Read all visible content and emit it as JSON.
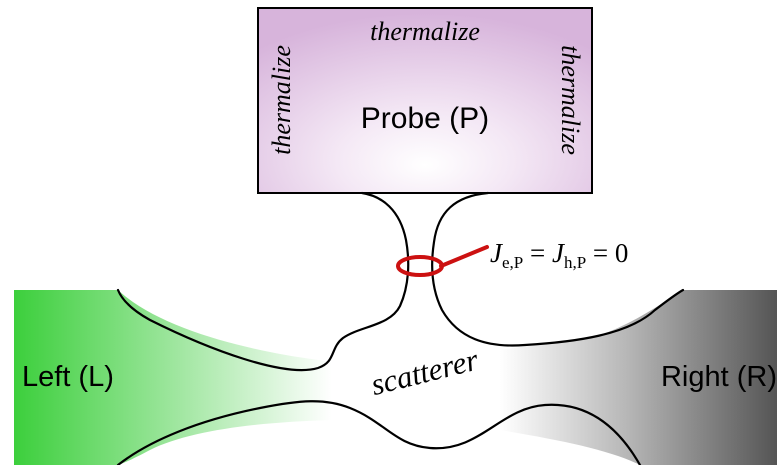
{
  "probe": {
    "label": "Probe (P)",
    "thermalize_top": "thermalize",
    "thermalize_left": "thermalize",
    "thermalize_right": "thermalize"
  },
  "reservoirs": {
    "left": "Left (L)",
    "right": "Right (R)"
  },
  "scatterer": {
    "label": "scatterer"
  },
  "condition": {
    "j_symbol": "J",
    "e_sub": "e,P",
    "h_sub": "h,P",
    "equals_1": " = ",
    "equals_2": " = 0"
  },
  "colors": {
    "probe_fill_center": "#ffffff",
    "probe_fill_edge": "#d9b7dc",
    "left_reservoir": "#3fd23f",
    "right_reservoir": "#5a5a5a",
    "current_ring": "#cc1111",
    "outline": "#000000"
  }
}
